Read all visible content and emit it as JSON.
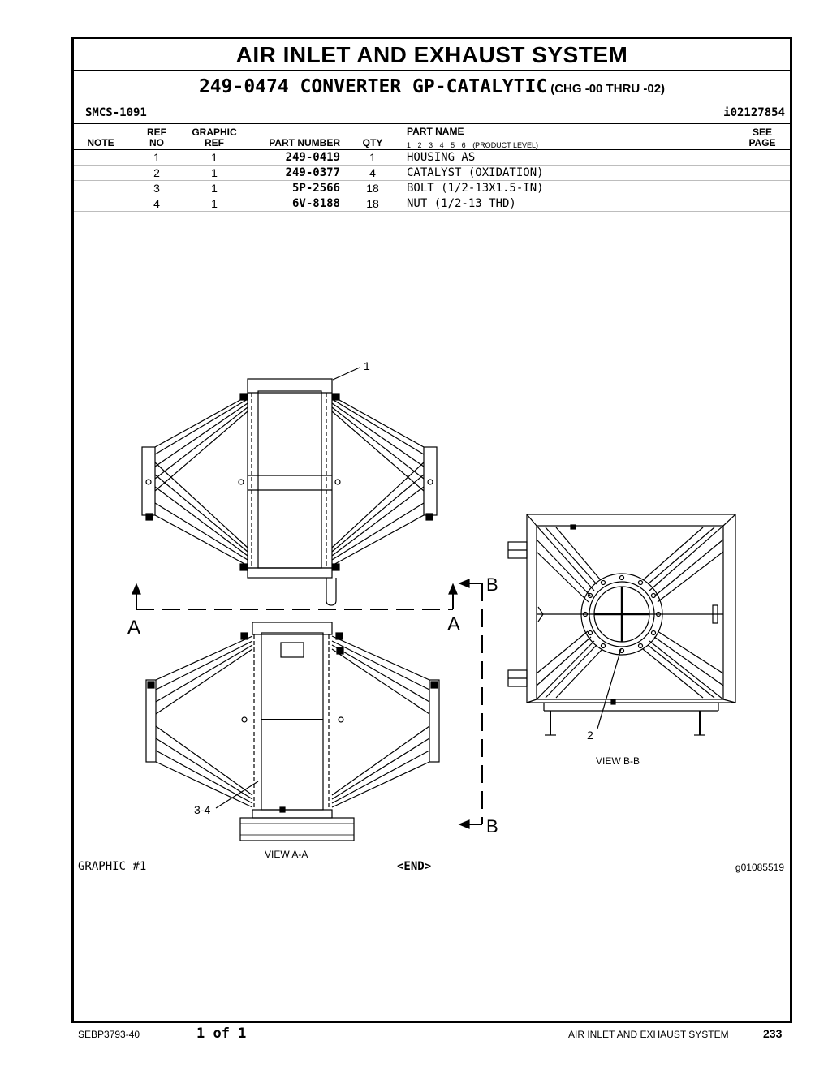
{
  "title": "AIR INLET AND EXHAUST SYSTEM",
  "subtitle": {
    "main": "249-0474 CONVERTER GP-CATALYTIC",
    "chg": "(CHG -00 THRU -02)"
  },
  "smcs": "SMCS-1091",
  "info_ref": "i02127854",
  "table": {
    "headers": {
      "note": "NOTE",
      "ref_top": "REF",
      "ref_bottom": "NO",
      "graphic_top": "GRAPHIC",
      "graphic_bottom": "REF",
      "part_number": "PART NUMBER",
      "qty": "QTY",
      "part_name": "PART NAME",
      "product_level_digits": [
        "1",
        "2",
        "3",
        "4",
        "5",
        "6"
      ],
      "product_level": "(PRODUCT LEVEL)",
      "see_top": "SEE",
      "see_bottom": "PAGE"
    },
    "rows": [
      {
        "ref": "1",
        "graphic": "1",
        "part": "249-0419",
        "qty": "1",
        "name": "HOUSING AS"
      },
      {
        "ref": "2",
        "graphic": "1",
        "part": "249-0377",
        "qty": "4",
        "name": "CATALYST (OXIDATION)"
      },
      {
        "ref": "3",
        "graphic": "1",
        "part": "5P-2566",
        "qty": "18",
        "name": "BOLT (1/2-13X1.5-IN)"
      },
      {
        "ref": "4",
        "graphic": "1",
        "part": "6V-8188",
        "qty": "18",
        "name": "NUT (1/2-13 THD)"
      }
    ]
  },
  "drawing": {
    "callout_1": "1",
    "callout_2": "2",
    "callout_34": "3-4",
    "section_a_left": "A",
    "section_a_right": "A",
    "section_b_top": "B",
    "section_b_bottom": "B",
    "view_aa": "VIEW A-A",
    "view_bb": "VIEW B-B"
  },
  "graphic_label": "GRAPHIC #1",
  "end_marker": "<END>",
  "graphic_id": "g01085519",
  "footer": {
    "doc": "SEBP3793-40",
    "pages": "1 of 1",
    "section": "AIR INLET AND EXHAUST SYSTEM",
    "page_no": "233"
  }
}
